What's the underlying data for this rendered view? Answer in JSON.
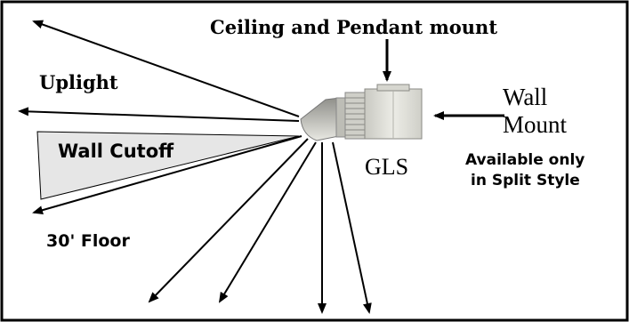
{
  "labels": {
    "ceiling_pendant": "Ceiling and Pendant mount",
    "uplight": "Uplight",
    "wall_cutoff": "Wall Cutoff",
    "floor": "30' Floor",
    "fixture": "GLS",
    "wall_mount_line1": "Wall",
    "wall_mount_line2": "Mount",
    "split_line1": "Available only",
    "split_line2": "in Split Style"
  },
  "colors": {
    "line": "#000000",
    "cutoff_fill": "#e6e6e6",
    "fixture_body": "#d9d9d2",
    "fixture_shade": "#a8a8a2"
  },
  "icons": [
    "arrow-icon",
    "light-fixture-icon"
  ]
}
